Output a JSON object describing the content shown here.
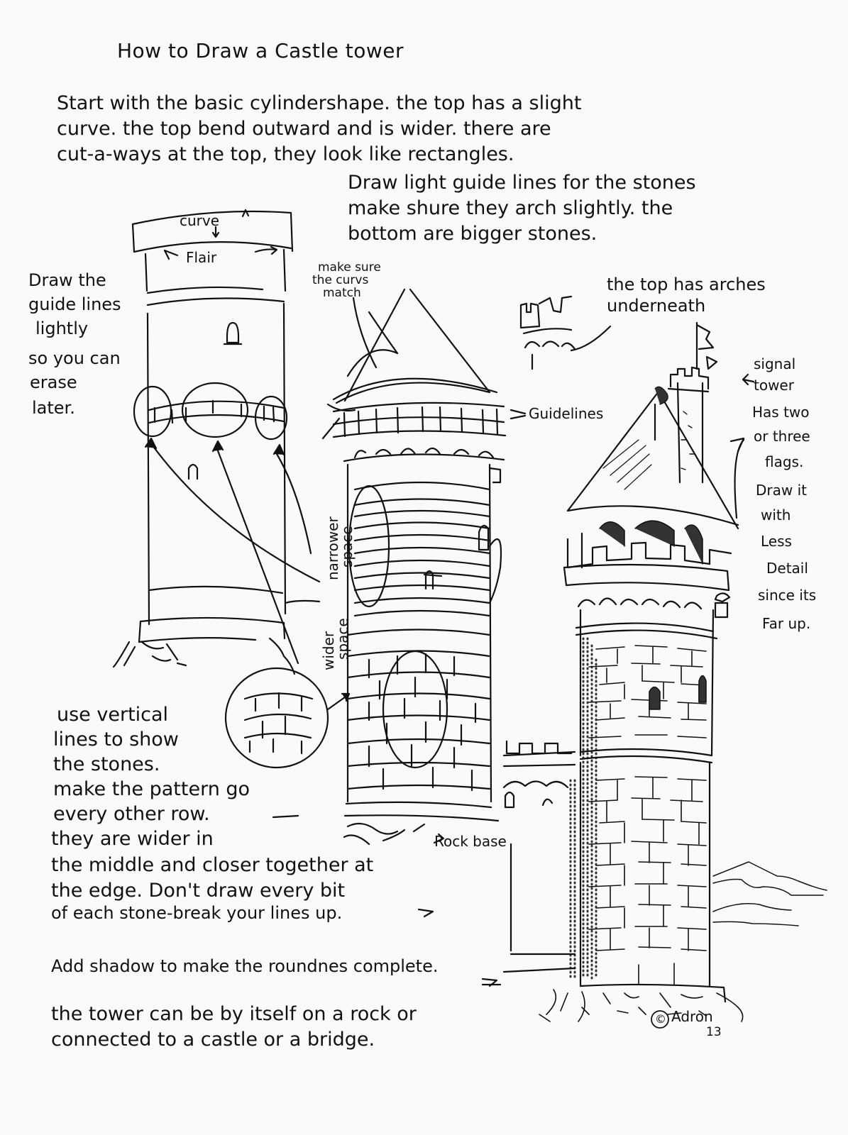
{
  "title": "How to Draw a Castle tower",
  "intro": {
    "line1": "Start with the basic cylindershape. the top has a slight",
    "line2": "curve.   the top bend outward and is wider.  there are",
    "line3": "cut-a-ways at the top, they look like rectangles."
  },
  "guidelines_note": {
    "line1": "Draw light guide lines for the stones",
    "line2": "make shure they arch slightly.  the",
    "line3": "bottom are bigger stones."
  },
  "step1_labels": {
    "curve": "curve",
    "flair": "Flair"
  },
  "left_note": {
    "line1": "Draw the",
    "line2": "guide lines",
    "line3": "lightly",
    "line4": "so you can",
    "line5": "erase",
    "line6": "later."
  },
  "step2_labels": {
    "curves_match_1": "make sure",
    "curves_match_2": "the curvs",
    "curves_match_3": "match",
    "guidelines": "Guidelines",
    "narrower_space_1": "narrower",
    "narrower_space_2": "space",
    "wider_space_1": "wider",
    "wider_space_2": "space",
    "rock_base": "Rock base"
  },
  "arches_note": {
    "line1": "the top has arches",
    "line2": "underneath"
  },
  "signal_note": {
    "line1": "signal",
    "line2": "tower",
    "line3": "Has two",
    "line4": "or three",
    "line5": "flags.",
    "line6": "Draw it",
    "line7": "with",
    "line8": "Less",
    "line9": "Detail",
    "line10": "since its",
    "line11": "Far up."
  },
  "stones_note": {
    "line1": "use vertical",
    "line2": "lines to show",
    "line3": "the stones.",
    "line4": "make the pattern go",
    "line5": "every other row.",
    "line6": "they are wider in",
    "line7": "the middle and  closer together at",
    "line8": "the edge.   Don't draw every bit",
    "line9": "of each stone-break your lines up."
  },
  "shadow_note": "Add shadow to make the roundnes complete.",
  "closing_note": {
    "line1": "the tower can be by itself on a rock      or",
    "line2": "connected to a castle or a bridge."
  },
  "signature": {
    "symbol": "©",
    "name": "Adron",
    "year": "13"
  }
}
